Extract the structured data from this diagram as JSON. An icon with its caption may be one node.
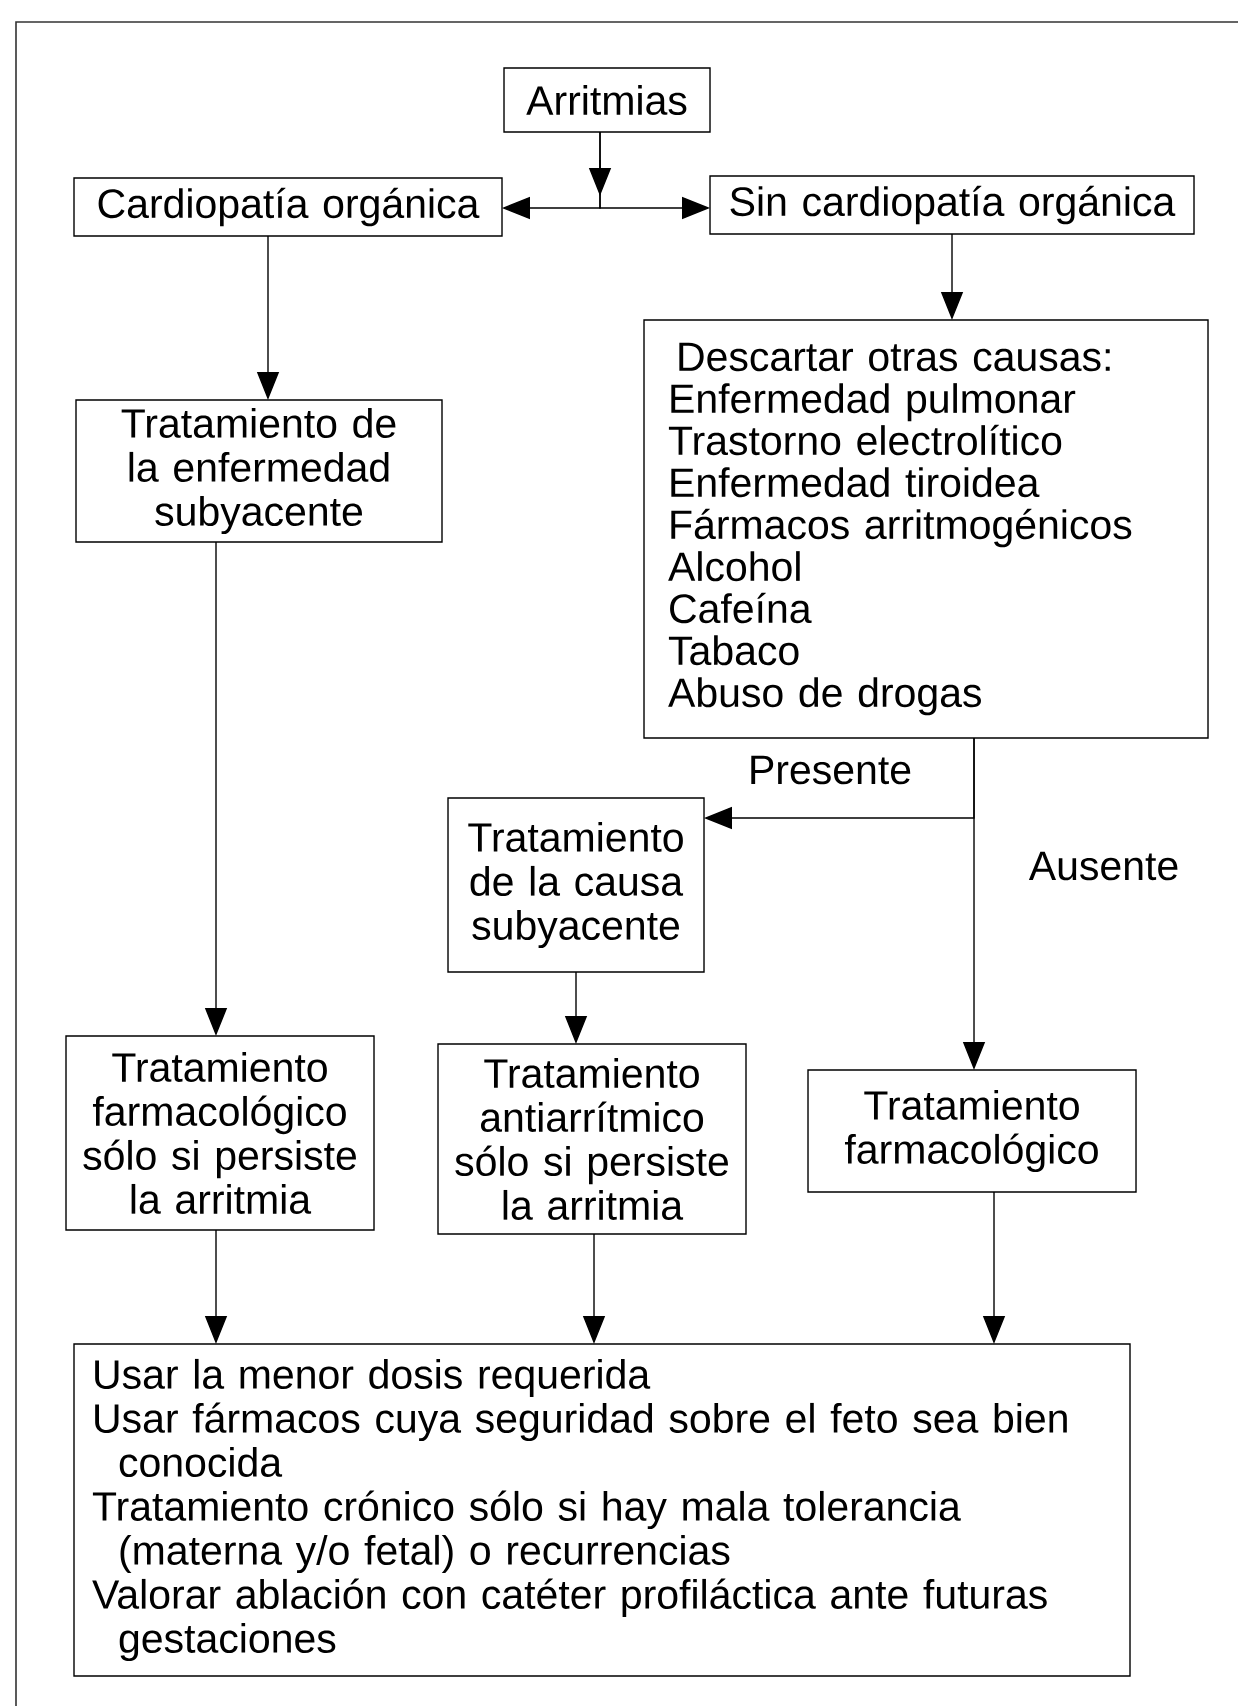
{
  "diagram": {
    "nodes": [
      {
        "text": [
          "Arritmias"
        ]
      },
      {
        "text": [
          "Cardiopatía orgánica"
        ]
      },
      {
        "text": [
          "Sin cardiopatía orgánica"
        ]
      },
      {
        "text": [
          "Tratamiento de la enfermedad subyacente"
        ]
      },
      {
        "text": [
          "Descartar otras causas:",
          "Enfermedad pulmonar",
          "Trastorno electrolítico",
          "Enfermedad tiroidea",
          "Fármacos arritmogénicos",
          "Alcohol",
          "Cafeína",
          "Tabaco",
          "Abuso de drogas"
        ]
      },
      {
        "text": [
          "Tratamiento de la causa subyacente"
        ]
      },
      {
        "text": [
          "Tratamiento farmacológico sólo si persiste la arritmia"
        ]
      },
      {
        "text": [
          "Tratamiento antiarrítmico sólo si persiste la arritmia"
        ]
      },
      {
        "text": [
          "Tratamiento farmacológico"
        ]
      },
      {
        "text": [
          "Usar la menor dosis requerida",
          "Usar fármacos cuya seguridad sobre el feto sea bien conocida",
          "Tratamiento crónico sólo si hay mala tolerancia (materna y/o fetal) o recurrencias",
          "Valorar ablación con catéter profiláctica ante futuras gestaciones"
        ]
      }
    ],
    "edges": [
      {
        "from": 0,
        "to": 1,
        "arrow": "to"
      },
      {
        "from": 0,
        "to": 2,
        "arrow": "to"
      },
      {
        "from": 1,
        "to": 3,
        "arrow": "to"
      },
      {
        "from": 2,
        "to": 4,
        "arrow": "to"
      },
      {
        "from": 4,
        "to": 5,
        "arrow": "to",
        "label": "Presente"
      },
      {
        "from": 4,
        "to": 8,
        "arrow": "to",
        "label": "Ausente"
      },
      {
        "from": 3,
        "to": 6,
        "arrow": "to"
      },
      {
        "from": 5,
        "to": 7,
        "arrow": "to"
      },
      {
        "from": 6,
        "to": 9,
        "arrow": "to"
      },
      {
        "from": 7,
        "to": 9,
        "arrow": "to"
      },
      {
        "from": 8,
        "to": 9,
        "arrow": "to"
      }
    ]
  }
}
